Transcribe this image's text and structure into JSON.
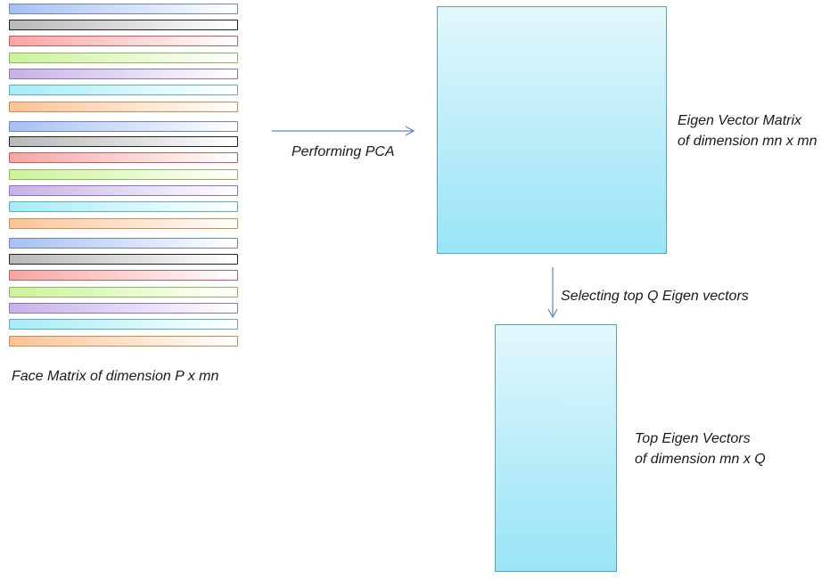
{
  "face_matrix": {
    "rows": [
      {
        "color": "#a8c0f0",
        "border": "#6a86c8"
      },
      {
        "color": "#b8b8b8",
        "border": "#222222"
      },
      {
        "color": "#f7a5a5",
        "border": "#c85a5a"
      },
      {
        "color": "#ccf29a",
        "border": "#8cb85a"
      },
      {
        "color": "#c6b2e6",
        "border": "#8e74c0"
      },
      {
        "color": "#a6ecf6",
        "border": "#5ab0c0"
      },
      {
        "color": "#fbc396",
        "border": "#d48a50"
      },
      {
        "color": "#a8c0f0",
        "border": "#6a86c8"
      },
      {
        "color": "#b8b8b8",
        "border": "#222222"
      },
      {
        "color": "#f7a5a5",
        "border": "#c85a5a"
      },
      {
        "color": "#ccf29a",
        "border": "#8cb85a"
      },
      {
        "color": "#c6b2e6",
        "border": "#8e74c0"
      },
      {
        "color": "#a6ecf6",
        "border": "#5ab0c0"
      },
      {
        "color": "#fbc396",
        "border": "#d48a50"
      },
      {
        "color": "#a8c0f0",
        "border": "#6a86c8"
      },
      {
        "color": "#b8b8b8",
        "border": "#222222"
      },
      {
        "color": "#f7a5a5",
        "border": "#c85a5a"
      },
      {
        "color": "#ccf29a",
        "border": "#8cb85a"
      },
      {
        "color": "#c6b2e6",
        "border": "#8e74c0"
      },
      {
        "color": "#a6ecf6",
        "border": "#5ab0c0"
      },
      {
        "color": "#fbc396",
        "border": "#d48a50"
      }
    ],
    "label": "Face Matrix of dimension P x mn"
  },
  "arrow_pca": {
    "label": "Performing PCA"
  },
  "eigen_matrix": {
    "label_line1": "Eigen Vector Matrix",
    "label_line2": "of dimension mn x mn"
  },
  "arrow_select": {
    "label": "Selecting top Q Eigen vectors"
  },
  "top_eigen": {
    "label_line1": "Top Eigen Vectors",
    "label_line2": "of dimension mn x Q"
  },
  "colors": {
    "arrow": "#5b87bd",
    "box_border": "#5aa3c2"
  }
}
